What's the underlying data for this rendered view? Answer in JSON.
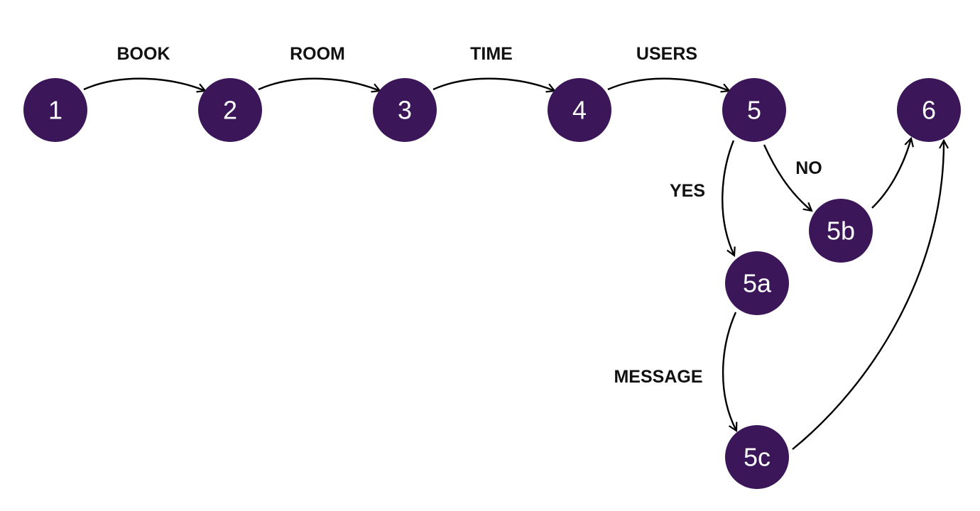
{
  "colors": {
    "node_fill": "#3b1658",
    "node_text": "#ffffff",
    "edge": "#000000",
    "edge_label": "#111111"
  },
  "nodes": [
    {
      "id": "1",
      "label": "1"
    },
    {
      "id": "2",
      "label": "2"
    },
    {
      "id": "3",
      "label": "3"
    },
    {
      "id": "4",
      "label": "4"
    },
    {
      "id": "5",
      "label": "5"
    },
    {
      "id": "6",
      "label": "6"
    },
    {
      "id": "5a",
      "label": "5a"
    },
    {
      "id": "5b",
      "label": "5b"
    },
    {
      "id": "5c",
      "label": "5c"
    }
  ],
  "edges": [
    {
      "from": "1",
      "to": "2",
      "label": "BOOK"
    },
    {
      "from": "2",
      "to": "3",
      "label": "ROOM"
    },
    {
      "from": "3",
      "to": "4",
      "label": "TIME"
    },
    {
      "from": "4",
      "to": "5",
      "label": "USERS"
    },
    {
      "from": "5",
      "to": "5a",
      "label": "YES"
    },
    {
      "from": "5",
      "to": "5b",
      "label": "NO"
    },
    {
      "from": "5b",
      "to": "6",
      "label": ""
    },
    {
      "from": "5a",
      "to": "5c",
      "label": "MESSAGE"
    },
    {
      "from": "5c",
      "to": "6",
      "label": ""
    }
  ]
}
